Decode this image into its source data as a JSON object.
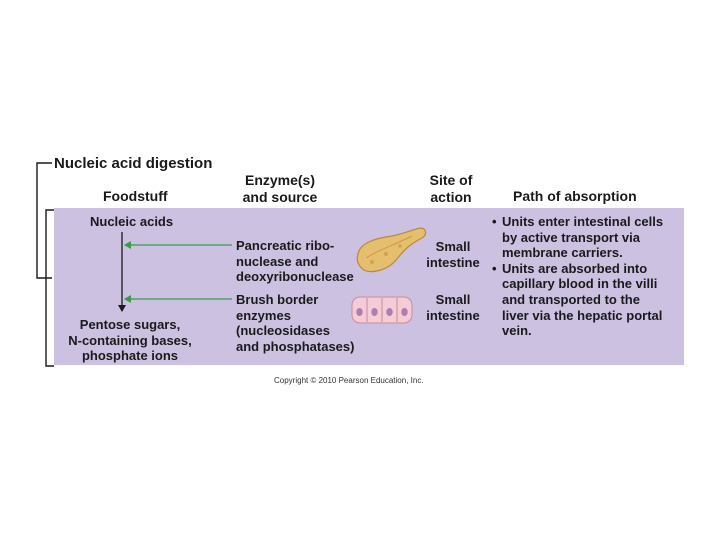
{
  "title": "Nucleic acid digestion",
  "headers": {
    "foodstuff": "Foodstuff",
    "enzyme_line1": "Enzyme(s)",
    "enzyme_line2": "and source",
    "site_line1": "Site of",
    "site_line2": "action",
    "path": "Path of absorption"
  },
  "foodstuff": {
    "start": "Nucleic acids",
    "products": [
      "Pentose sugars,",
      "N-containing bases,",
      "phosphate ions"
    ]
  },
  "enzymes": [
    {
      "lines": [
        "Pancreatic ribo-",
        "nuclease and",
        "deoxyribonuclease"
      ],
      "site": [
        "Small",
        "intestine"
      ],
      "source_icon": "pancreas-icon"
    },
    {
      "lines": [
        "Brush border",
        "enzymes",
        "(nucleosidases",
        "and phosphatases)"
      ],
      "site": [
        "Small",
        "intestine"
      ],
      "source_icon": "intestinal-cells-icon"
    }
  ],
  "absorption": [
    [
      "Units enter intestinal cells",
      "by active transport via",
      "membrane carriers."
    ],
    [
      "Units are absorbed into",
      "capillary blood in the villi",
      "and transported to the",
      "liver via the hepatic portal",
      "vein."
    ]
  ],
  "copyright": "Copyright © 2010 Pearson Education, Inc.",
  "colors": {
    "panel": "#cdc1e1",
    "arrow": "#3a9a4a",
    "text": "#1a1a1a",
    "pancreas": "#e6bf6e",
    "cells": "#f4ccd6",
    "nuclei": "#b07cb2"
  }
}
